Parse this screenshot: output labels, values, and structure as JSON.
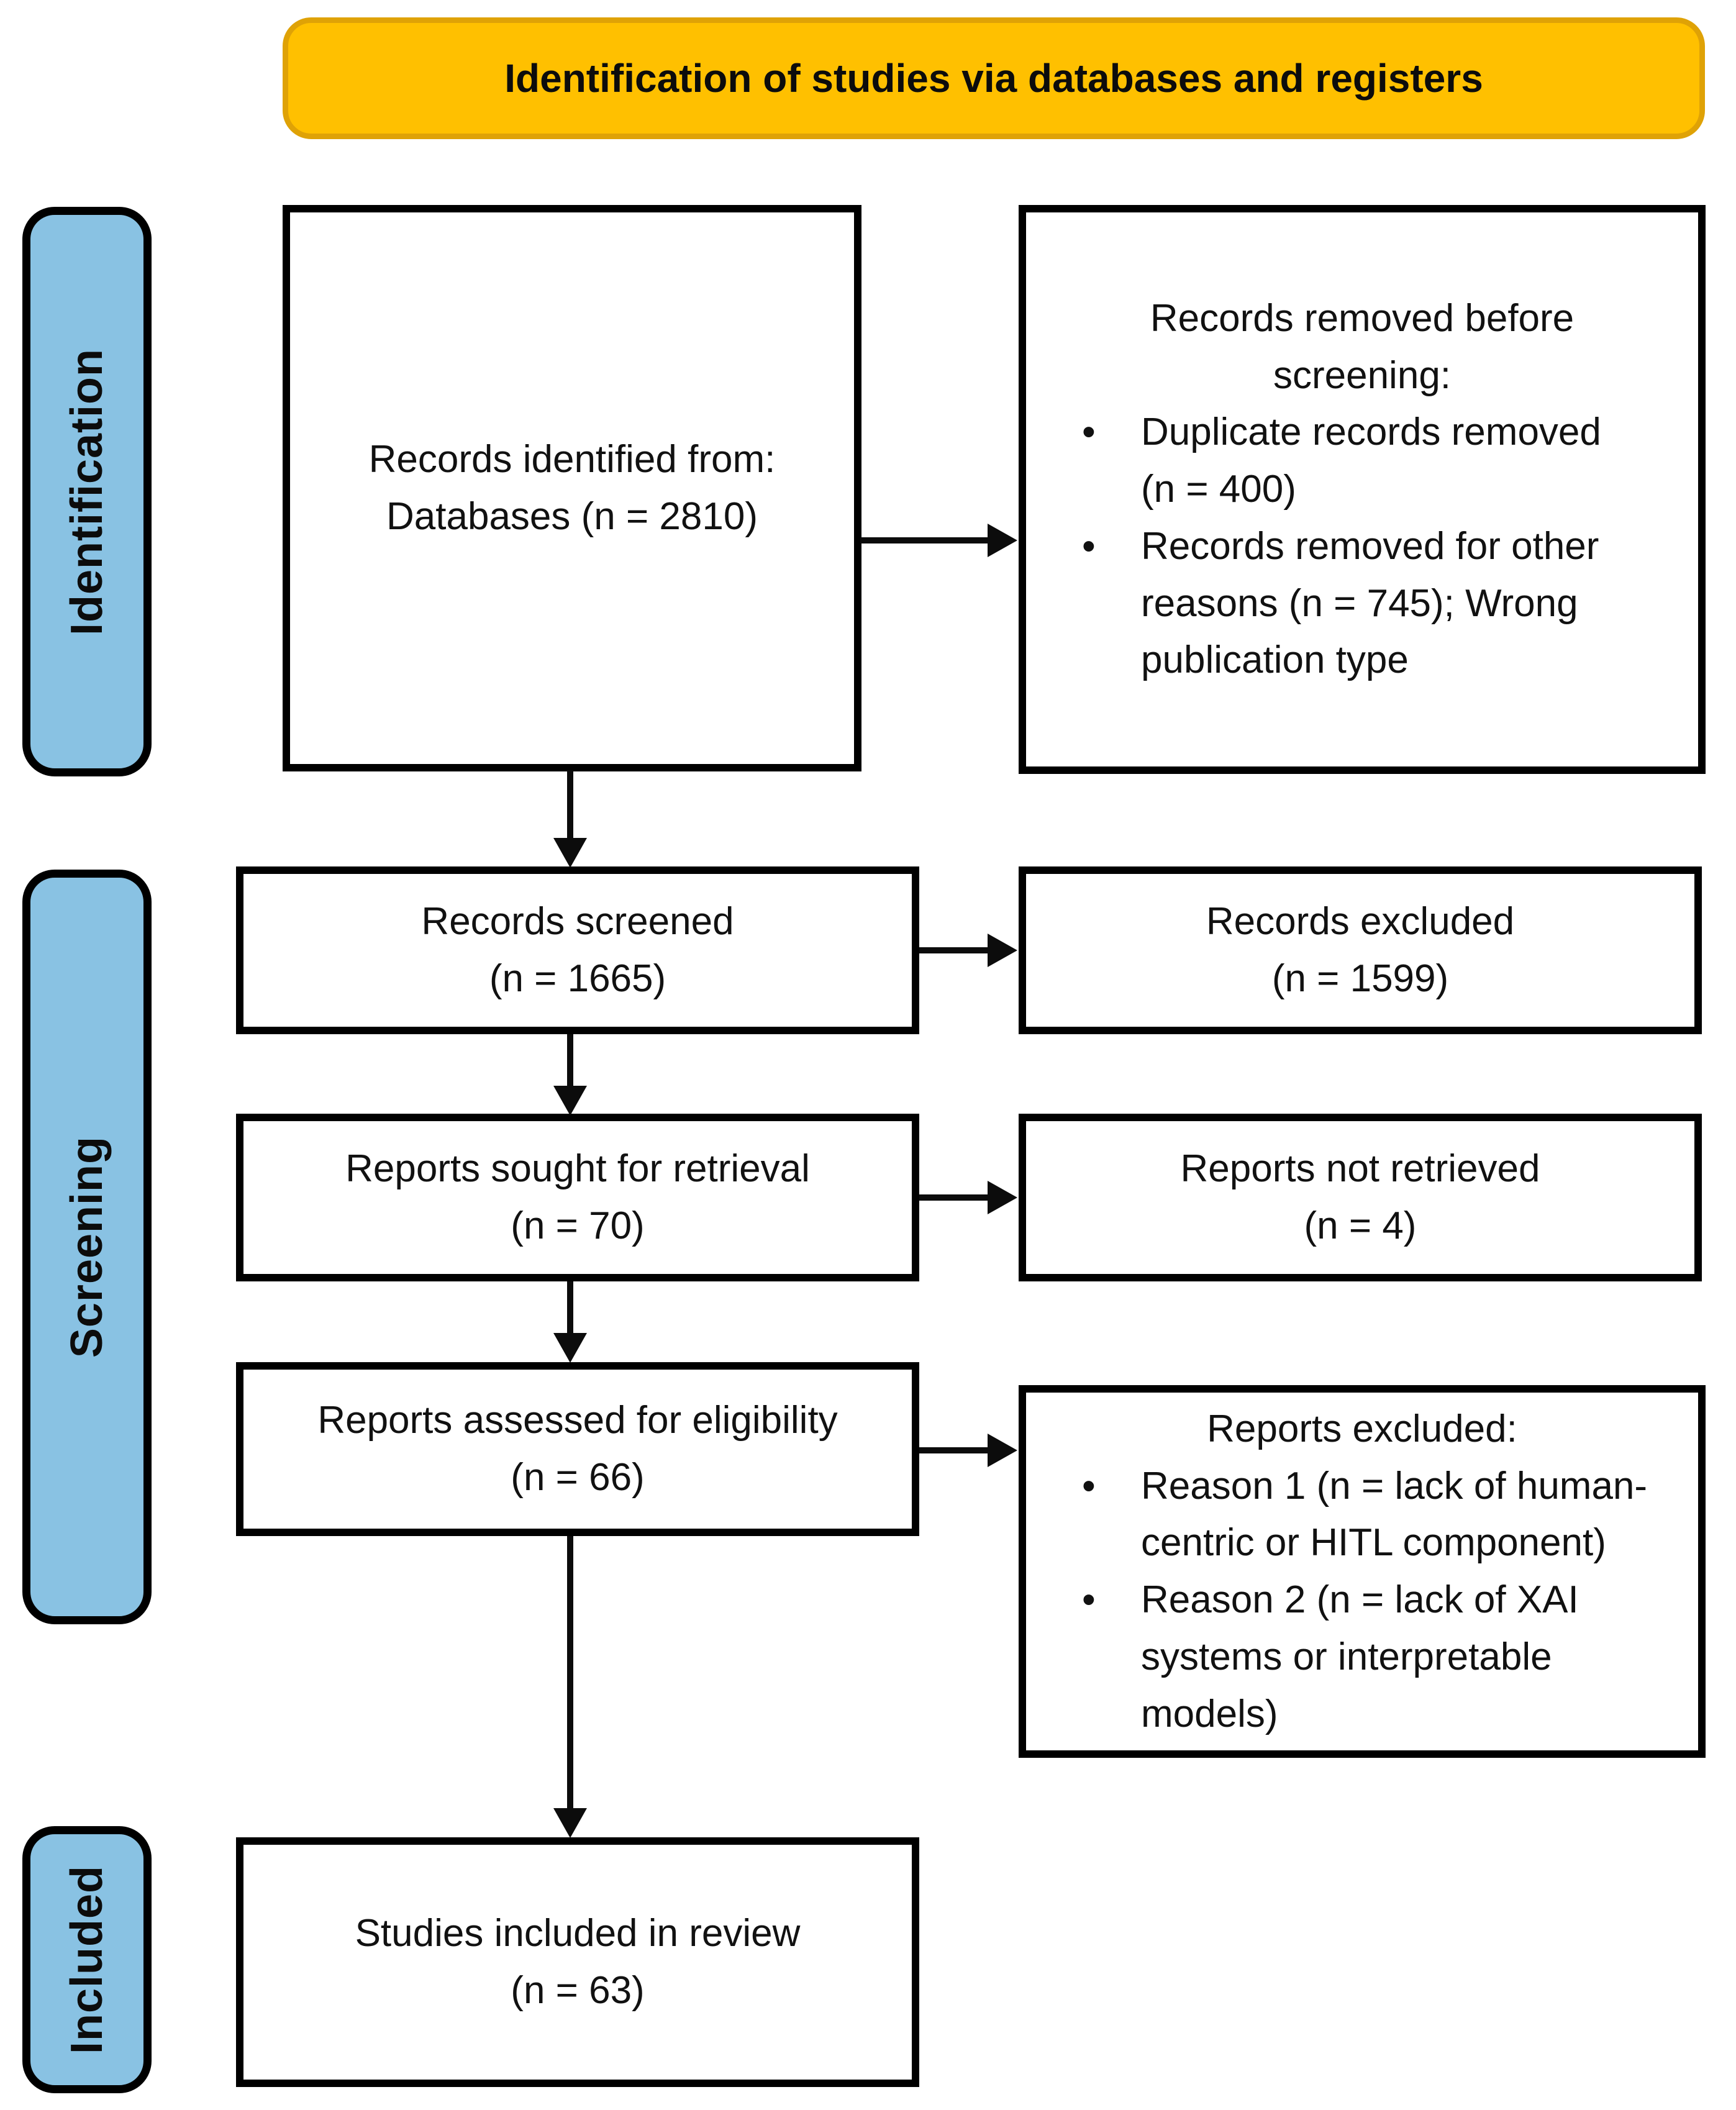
{
  "banner": {
    "title": "Identification of studies via databases and registers"
  },
  "stages": {
    "identification": "Identification",
    "screening": "Screening",
    "included": "Included"
  },
  "boxes": {
    "identified": {
      "lines": [
        "Records identified from:",
        "Databases (n = 2810)"
      ]
    },
    "removed": {
      "heading_lines": [
        "Records removed before",
        "screening:"
      ],
      "bullets": [
        {
          "marker": "•",
          "lines": [
            "Duplicate records removed",
            "(n = 400)"
          ]
        },
        {
          "marker": "•",
          "lines": [
            "Records removed for other",
            "reasons (n = 745); Wrong",
            "publication type"
          ]
        }
      ]
    },
    "screened": {
      "lines": [
        "Records screened",
        "(n = 1665)"
      ]
    },
    "records_excluded": {
      "lines": [
        "Records excluded",
        "(n = 1599)"
      ]
    },
    "sought": {
      "lines": [
        "Reports sought for retrieval",
        "(n = 70)"
      ]
    },
    "not_retrieved": {
      "lines": [
        "Reports not retrieved",
        "(n = 4)"
      ]
    },
    "assessed": {
      "lines": [
        "Reports assessed for eligibility",
        "(n = 66)"
      ]
    },
    "reports_excluded": {
      "heading_lines": [
        "Reports excluded:"
      ],
      "bullets": [
        {
          "marker": "•",
          "lines": [
            "Reason 1 (n = lack of human-",
            "centric or HITL component)"
          ]
        },
        {
          "marker": "•",
          "lines": [
            "Reason 2 (n = lack of XAI",
            "systems or interpretable",
            "models)"
          ]
        }
      ]
    },
    "included_studies": {
      "lines": [
        "Studies included in review",
        "(n = 63)"
      ]
    }
  },
  "colors": {
    "banner_fill": "#FFC000",
    "banner_border": "#DFA206",
    "stage_fill": "#89C2E3",
    "box_border": "#000000",
    "arrow": "#0c0c0c"
  }
}
